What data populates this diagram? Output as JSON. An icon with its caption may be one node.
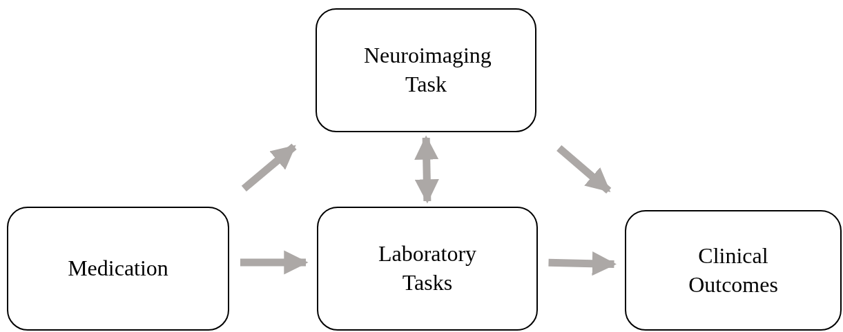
{
  "diagram": {
    "nodes": [
      {
        "text": [
          "Neuroimaging Task"
        ]
      },
      {
        "text": [
          "Medication"
        ]
      },
      {
        "text": [
          "Laboratory Tasks"
        ]
      },
      {
        "text": [
          "Clinical Outcomes"
        ]
      }
    ],
    "edges": [
      {
        "from": 1,
        "to": 0,
        "arrow": "to"
      },
      {
        "from": 0,
        "to": 2,
        "arrow": "both"
      },
      {
        "from": 0,
        "to": 3,
        "arrow": "to"
      },
      {
        "from": 1,
        "to": 2,
        "arrow": "to"
      },
      {
        "from": 2,
        "to": 3,
        "arrow": "to"
      }
    ]
  }
}
